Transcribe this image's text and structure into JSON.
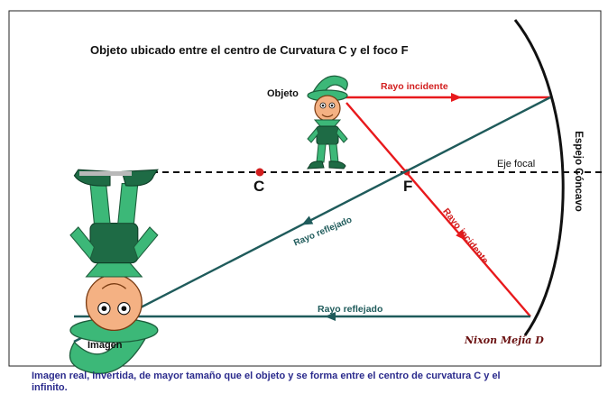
{
  "title": "Objeto  ubicado entre el centro de Curvatura C y el foco F",
  "labels": {
    "objeto": "Objeto",
    "imagen": "Imagen",
    "eje_focal": "Eje focal",
    "c": "C",
    "f": "F",
    "mirror": "Espejo Cóncavo",
    "signature": "Nixon Mejía D"
  },
  "rays": {
    "incidente_1": "Rayo incidente",
    "incidente_2": "Rayo incidente",
    "reflejado_1": "Rayo reflejado",
    "reflejado_2": "Rayo reflejado"
  },
  "caption": "Imagen real, invertida, de mayor tamaño que el objeto y se forma entre el centro de curvatura C y el infinito.",
  "colors": {
    "incident_ray": "#e8191c",
    "reflected_ray": "#1f5b5b",
    "axis": "#111111",
    "caption_text": "#2a2a8c",
    "elf_green": "#3cb878",
    "elf_skin": "#f4b183"
  }
}
